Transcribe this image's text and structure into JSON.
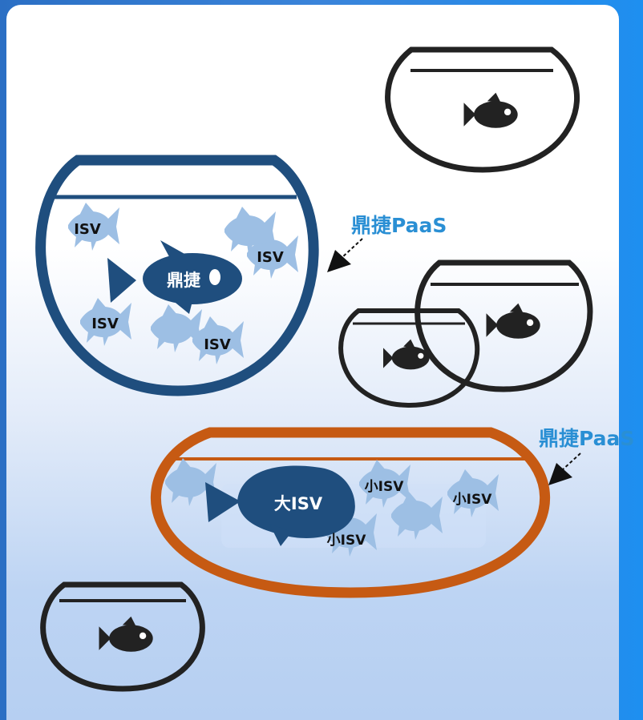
{
  "labels": {
    "big_fish": "鼎捷",
    "isv": "ISV",
    "big_isv": "大ISV",
    "small_isv": "小ISV",
    "paas_top": "鼎捷PaaS",
    "paas_bottom": "鼎捷PaaS"
  },
  "colors": {
    "frame_blue": "#2f78cc",
    "navy_bowl": "#1f4e7e",
    "light_fish": "#9dbfe4",
    "orange_bowl": "#c65a13",
    "black_bowl": "#222222",
    "paas_text": "#2a8fd4",
    "arrow": "#111111"
  }
}
